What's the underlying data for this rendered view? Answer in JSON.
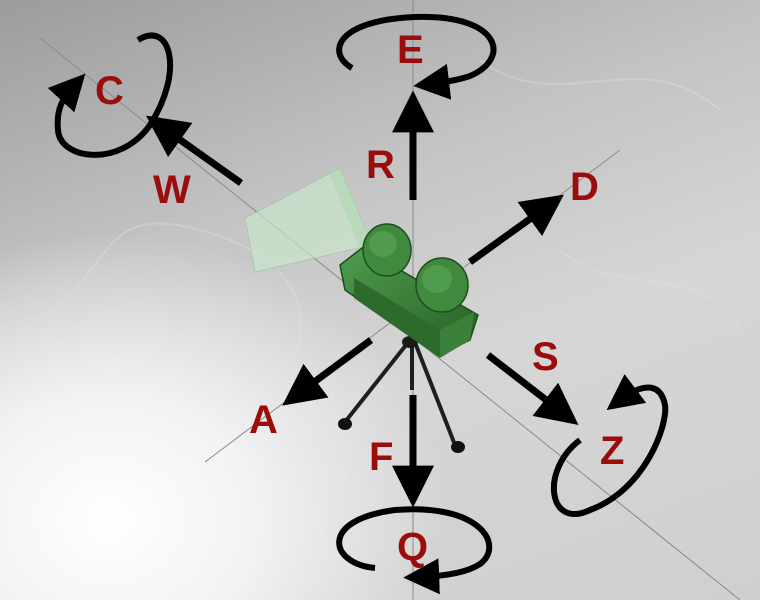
{
  "colors": {
    "label": "#9b0d0d",
    "arrow": "#000000",
    "camera": "#3f8a3f",
    "frustum": "#bfe3c2"
  },
  "keys": {
    "E": "E",
    "R": "R",
    "C": "C",
    "W": "W",
    "D": "D",
    "S": "S",
    "A": "A",
    "Z": "Z",
    "F": "F",
    "Q": "Q"
  },
  "icons": {
    "camera": "video-camera-on-tripod",
    "rotation": "circular-arrow",
    "translation": "straight-arrow"
  }
}
